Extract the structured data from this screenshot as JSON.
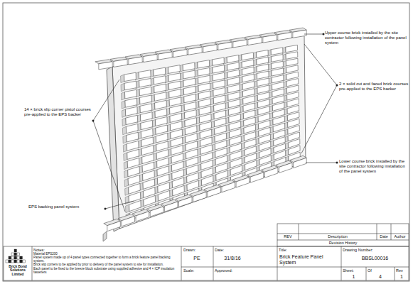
{
  "diagram": {
    "labels": [
      "Upper course brick installed by the site contractor following installation of the panel system",
      "2 × solid cut and faced brick courses pre-applied to the EPS backer",
      "14 × brick slip corner pistol courses pre-applied to the EPS backer",
      "Lower course brick installed by the site contractor following installation of the panel system",
      "EPS backing panel system",
      "REV",
      "Description",
      "Date",
      "Author",
      "Revision History",
      "Notes:",
      "Material EPS200",
      "Panel system made up of 4 panel types connected together to form a brick feature panel backing system.",
      "Brick slip corners to be applied by prior to delivery of the panel system to site for installation.",
      "Each panel to be fixed to the breeze block substrate using supplied adhesive and 4 × ICP insulation fasteners",
      "Drawn:",
      "PE",
      "Date:",
      "31/8/16",
      "Title:",
      "Brick Feature Panel System",
      "Drawing Number:",
      "BBSL00016",
      "Scale:",
      "Approved:",
      "Sheet:",
      "1",
      "Of",
      "4",
      "Rev",
      "1",
      "Brick Bond Solutions Limited"
    ]
  }
}
